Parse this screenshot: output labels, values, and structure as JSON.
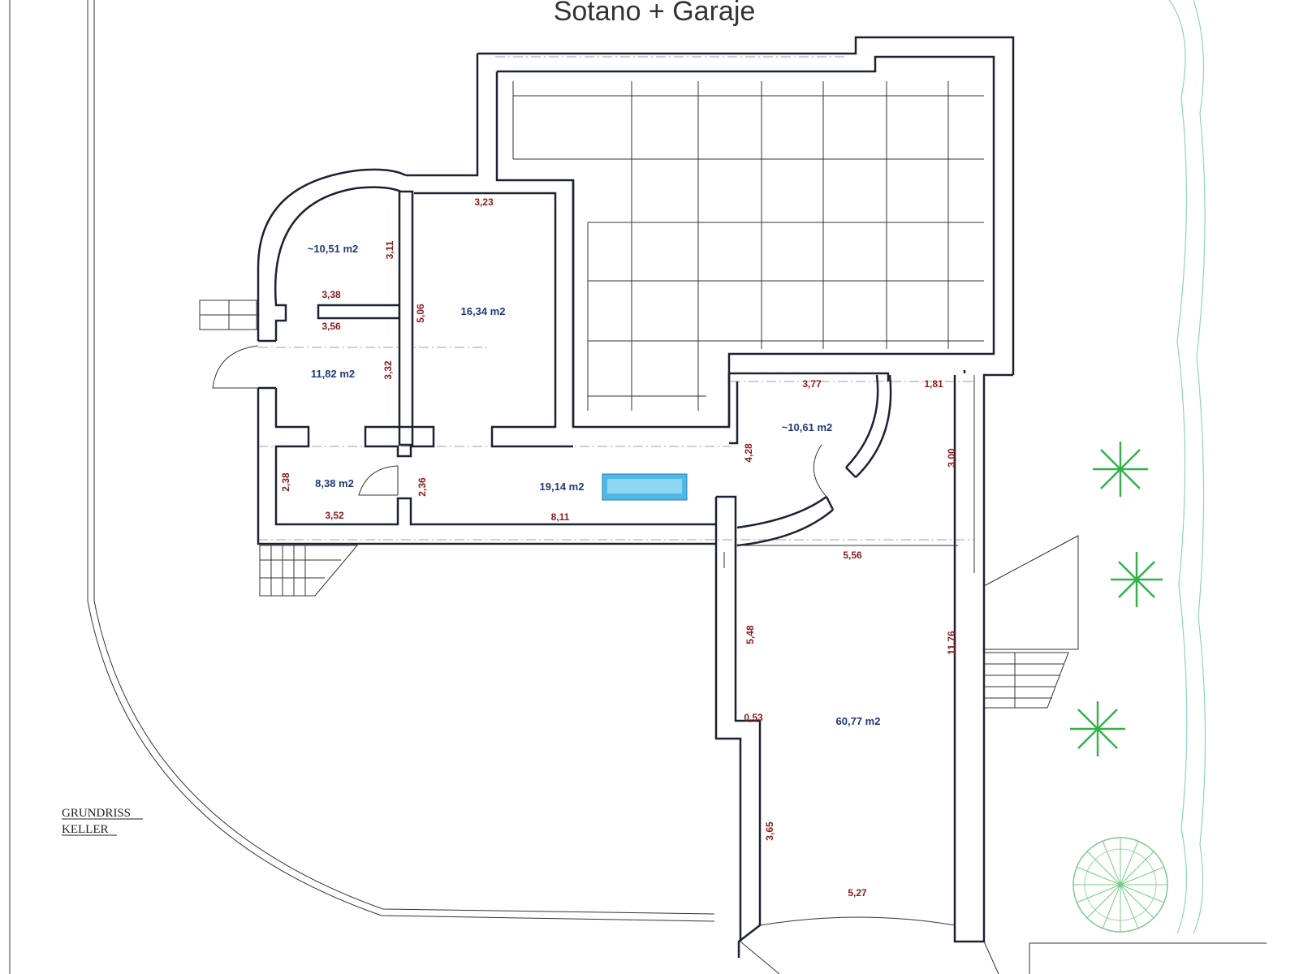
{
  "title": "Sotano + Garaje",
  "legend": {
    "line1": "GRUNDRISS",
    "line2": "KELLER"
  },
  "areas": {
    "round_room": "~10,51 m2",
    "room_a": "16,34 m2",
    "room_b": "11,82 m2",
    "room_c": "8,38 m2",
    "hall": "19,14 m2",
    "stair_room": "~10,61 m2",
    "garage": "60,77 m2"
  },
  "dims": {
    "d323": "3,23",
    "d311": "3,11",
    "d338": "3,38",
    "d356": "3,56",
    "d506": "5,06",
    "d332": "3,32",
    "d377": "3,77",
    "d181": "1,81",
    "d428": "4,28",
    "d300": "3,00",
    "d238": "2,38",
    "d236": "2,36",
    "d352": "3,52",
    "d811": "8,11",
    "d556": "5,56",
    "d548": "5,48",
    "d1176": "11,76",
    "d053": "0,53",
    "d365": "3,65",
    "d527": "5,27"
  },
  "colors": {
    "wall": "#1c2233",
    "dimension_text": "#8b1a1a",
    "area_text": "#1f3a7a",
    "planting": "#33b04a",
    "fence": "#8fd3c4",
    "pool": "#4fb8e6"
  },
  "icons": [
    "plant-icon",
    "tree-icon",
    "pool-icon"
  ]
}
